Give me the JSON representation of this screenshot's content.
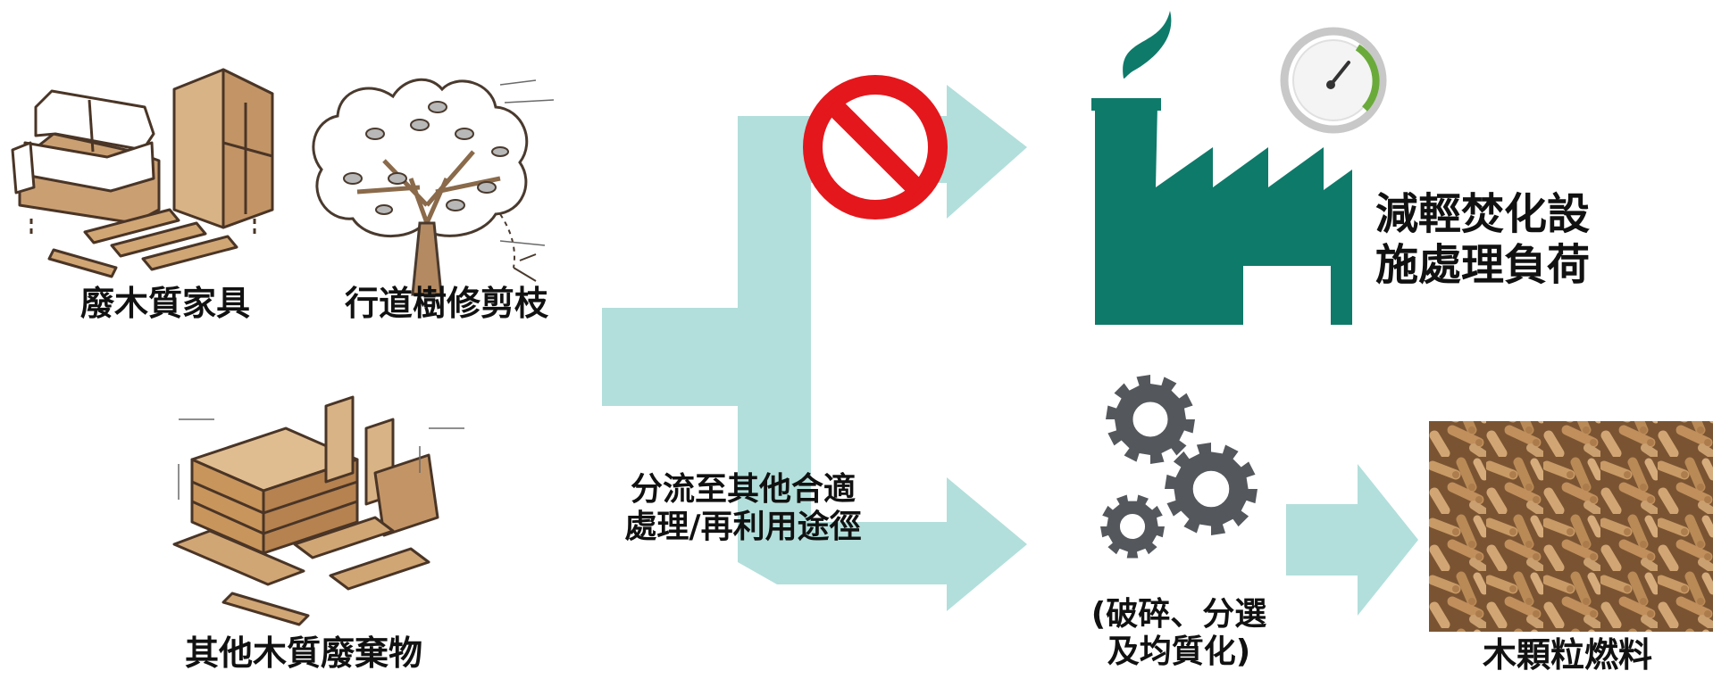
{
  "sources": {
    "furniture": {
      "label": "廢木質家具"
    },
    "tree": {
      "label": "行道樹修剪枝"
    },
    "other": {
      "label": "其他木質廢棄物"
    }
  },
  "diversion": {
    "line1": "分流至其他合適",
    "line2": "處理/再利用途徑"
  },
  "incineration": {
    "line1": "減輕焚化設",
    "line2": "施處理負荷"
  },
  "processing": {
    "line1": "(破碎、分選",
    "line2": "及均質化)"
  },
  "product": {
    "label": "木顆粒燃料"
  },
  "colors": {
    "flow_arrow": "#b2dfdb",
    "factory": "#0e7a6a",
    "prohibited": "#e4171c",
    "gear": "#54585c",
    "gauge_green": "#6aaa3a",
    "wood": "#c8955c",
    "pellet": "#b8834e"
  },
  "icons": {
    "furniture": "furniture-illustration",
    "tree": "tree-illustration",
    "other": "pallet-wood-illustration",
    "prohibited": "prohibited-icon",
    "factory": "factory-icon",
    "gauge": "gauge-icon",
    "gears": "gears-icon",
    "pellets": "wood-pellets-photo"
  }
}
